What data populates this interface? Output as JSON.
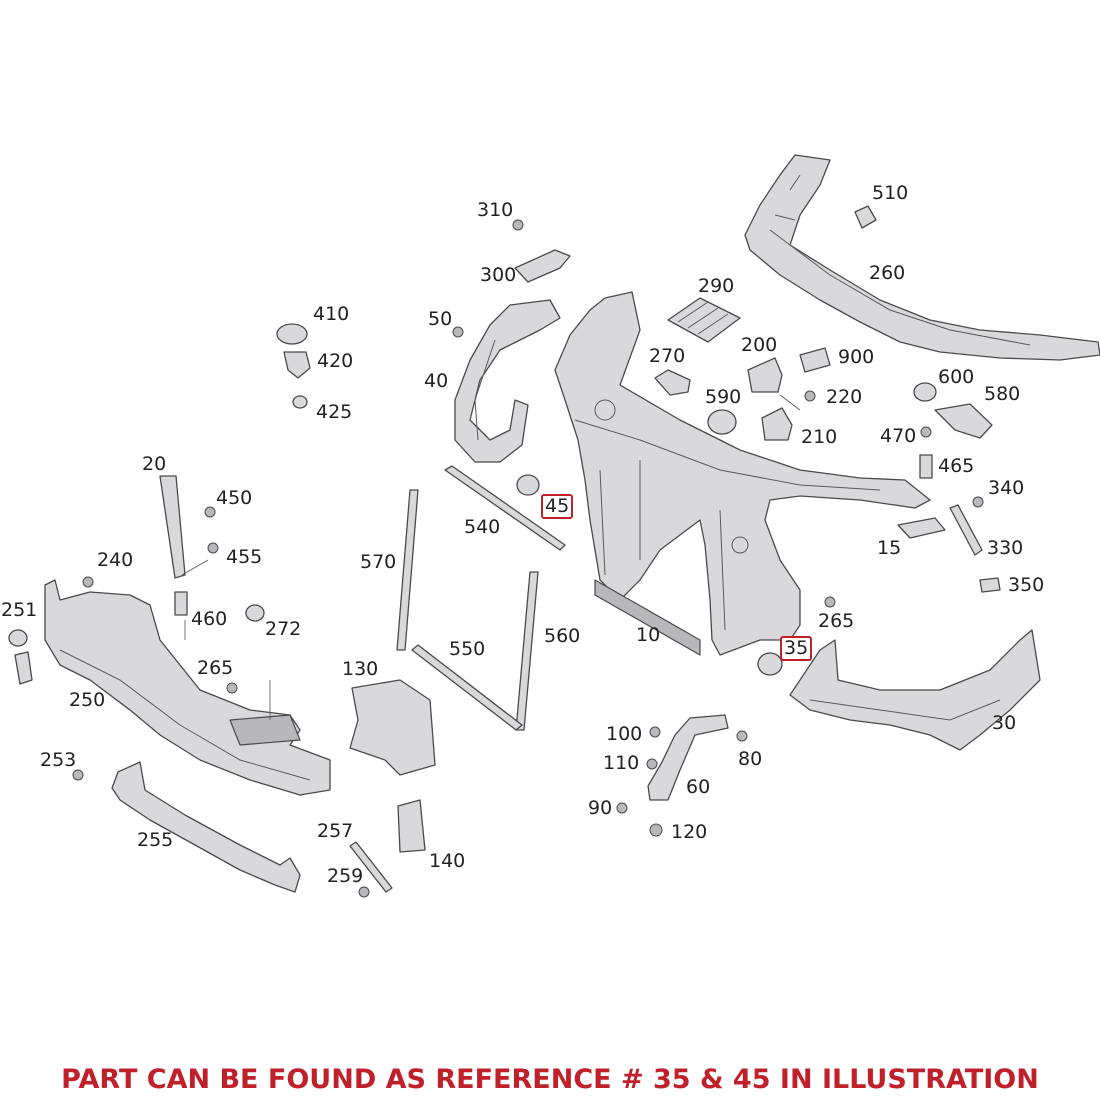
{
  "diagram": {
    "highlight_color": "#c0202a",
    "part_fill": "#d9d9dc",
    "labels": {
      "l10": "10",
      "l15": "15",
      "l20": "20",
      "l30": "30",
      "l35": "35",
      "l40": "40",
      "l45": "45",
      "l50": "50",
      "l60": "60",
      "l80": "80",
      "l90": "90",
      "l100": "100",
      "l110": "110",
      "l120": "120",
      "l130": "130",
      "l140": "140",
      "l200": "200",
      "l210": "210",
      "l220": "220",
      "l240": "240",
      "l250": "250",
      "l251": "251",
      "l253": "253",
      "l255": "255",
      "l257": "257",
      "l259": "259",
      "l260": "260",
      "l265a": "265",
      "l265b": "265",
      "l270": "270",
      "l272": "272",
      "l290": "290",
      "l300": "300",
      "l310": "310",
      "l330": "330",
      "l340": "340",
      "l350": "350",
      "l410": "410",
      "l420": "420",
      "l425": "425",
      "l450": "450",
      "l455": "455",
      "l460": "460",
      "l465": "465",
      "l470": "470",
      "l510": "510",
      "l540": "540",
      "l550": "550",
      "l560": "560",
      "l570": "570",
      "l580": "580",
      "l590": "590",
      "l600": "600",
      "l900": "900"
    }
  },
  "footer": {
    "text": "PART CAN BE FOUND AS REFERENCE # 35 & 45 IN ILLUSTRATION"
  }
}
